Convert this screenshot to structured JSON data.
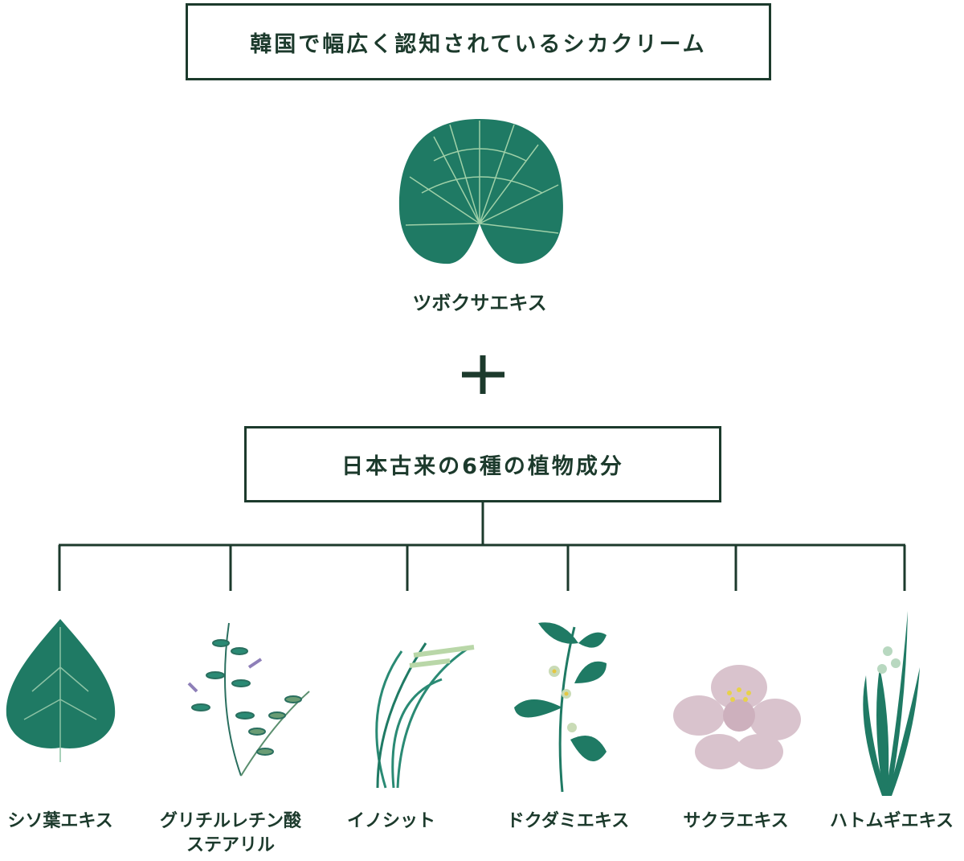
{
  "top_box": {
    "title": "韓国で幅広く認知されているシカクリーム"
  },
  "main_ingredient": {
    "label": "ツボクサエキス",
    "icon": "centella-leaf-icon"
  },
  "plus_symbol": "+",
  "bottom_box": {
    "title": "日本古来の6種の植物成分"
  },
  "colors": {
    "text": "#1c3a2c",
    "leaf": "#1f7a64",
    "line": "#1c3a2c",
    "sakura": "#d9c3cd"
  },
  "ingredients": [
    {
      "line1": "シソ葉エキス",
      "line2": "",
      "icon": "perilla-leaf-icon"
    },
    {
      "line1": "グリチルレチン酸",
      "line2": "ステアリル",
      "icon": "licorice-plant-icon"
    },
    {
      "line1": "イノシット",
      "line2": "",
      "icon": "rice-plant-icon"
    },
    {
      "line1": "ドクダミエキス",
      "line2": "",
      "icon": "dokudami-plant-icon"
    },
    {
      "line1": "サクラエキス",
      "line2": "",
      "icon": "sakura-flower-icon"
    },
    {
      "line1": "ハトムギエキス",
      "line2": "",
      "icon": "job-tears-plant-icon"
    }
  ]
}
